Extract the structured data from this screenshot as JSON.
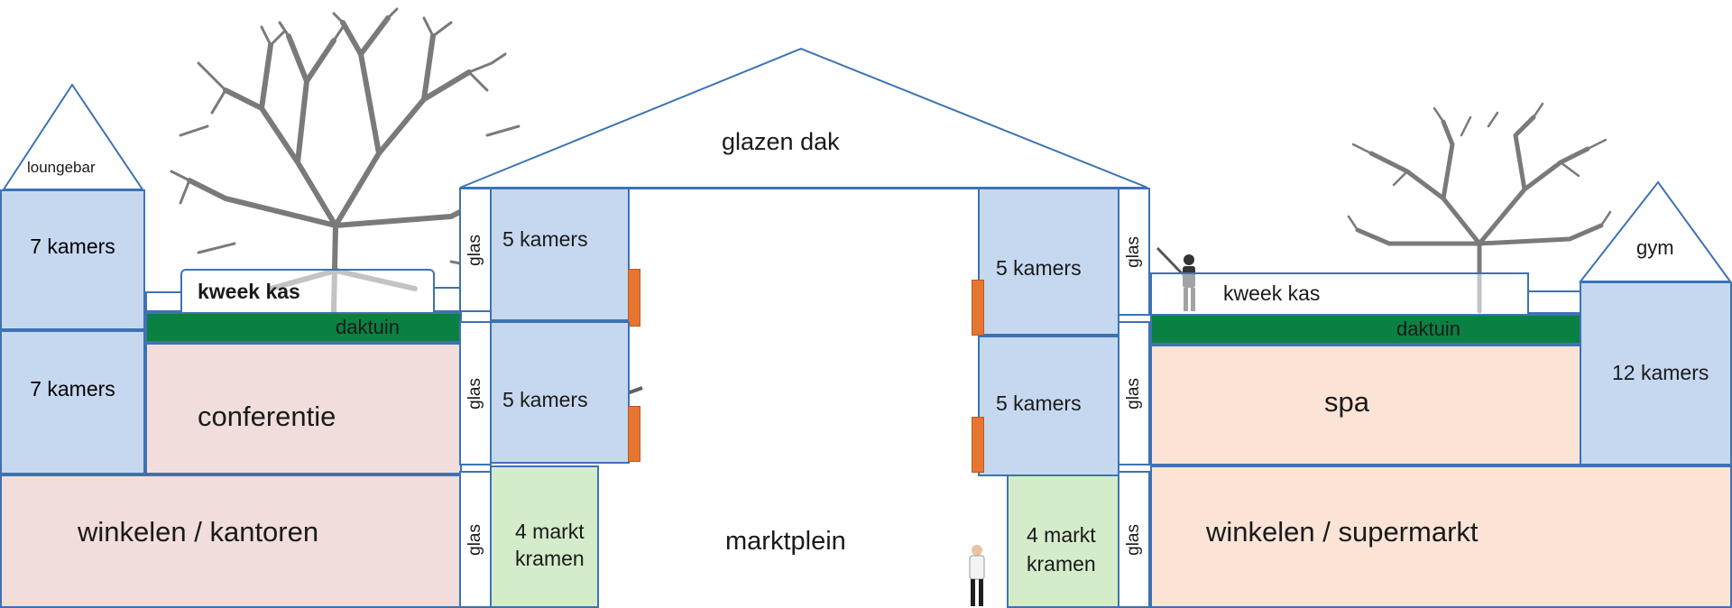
{
  "roof": {
    "label": "glazen dak"
  },
  "left_wing": {
    "roof_label": "loungebar",
    "top_rooms": "7 kamers",
    "mid_rooms": "7 kamers",
    "greenhouse": "kweek kas",
    "roof_garden": "daktuin",
    "conference": "conferentie",
    "ground": "winkelen / kantoren"
  },
  "center": {
    "left_glass": [
      "glas",
      "glas",
      "glas"
    ],
    "right_glass": [
      "glas",
      "glas",
      "glas"
    ],
    "left_rooms_top": "5 kamers",
    "left_rooms_mid": "5 kamers",
    "right_rooms_top": "5 kamers",
    "right_rooms_mid": "5 kamers",
    "left_stalls": [
      "4 markt",
      "kramen"
    ],
    "right_stalls": [
      "4 markt",
      "kramen"
    ],
    "square": "marktplein"
  },
  "right_wing": {
    "roof_label": "gym",
    "greenhouse": "kweek kas",
    "roof_garden": "daktuin",
    "spa": "spa",
    "rooms": "12 kamers",
    "ground": "winkelen / supermarkt"
  },
  "colors": {
    "outline": "#3d72b4",
    "rooms_blue": "#c6d8f0",
    "conference_pink": "#f1dedc",
    "spa_peach": "#fbe4d6",
    "market_green": "#d4ecca",
    "roof_garden_green": "#0b8043",
    "balcony_orange": "#e67532"
  },
  "icons": [
    "tree-illustration",
    "tree-illustration",
    "person-figure",
    "person-figure",
    "person-figure",
    "person-figure",
    "person-figure"
  ]
}
